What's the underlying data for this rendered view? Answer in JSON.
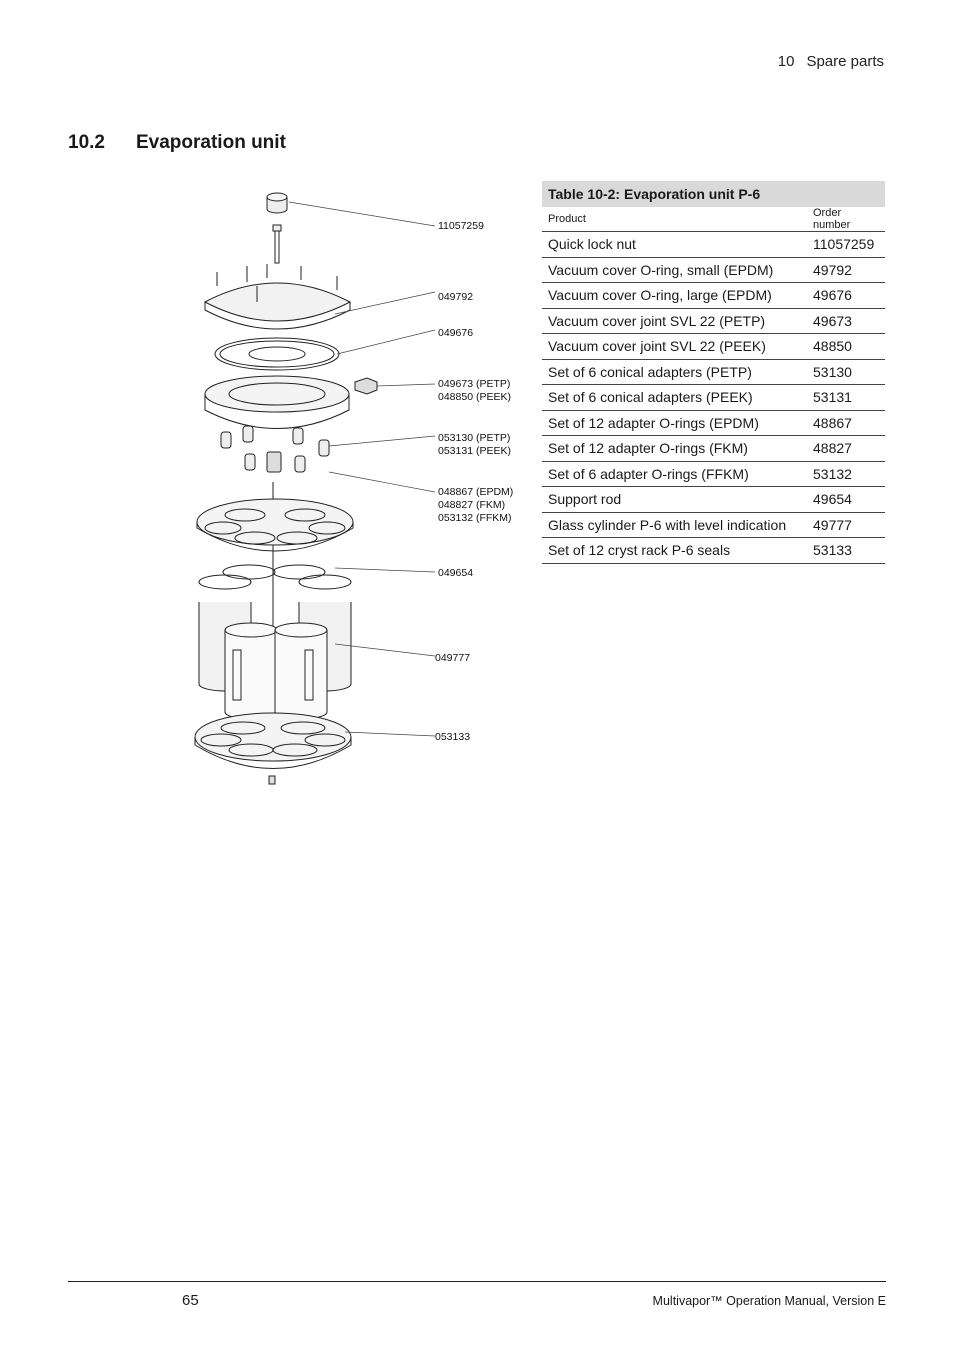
{
  "header": {
    "chapter_number": "10",
    "chapter_title": "Spare parts"
  },
  "section": {
    "number": "10.2",
    "title": "Evaporation unit"
  },
  "diagram": {
    "callouts": [
      "11057259",
      "049792",
      "049676",
      "049673  (PETP)",
      "048850  (PEEK)",
      "053130  (PETP)",
      "053131  (PEEK)",
      "048867  (EPDM)",
      "048827  (FKM)",
      "053132  (FFKM)",
      "049654",
      "049777",
      "053133"
    ]
  },
  "table": {
    "caption": "Table 10-2: Evaporation unit P-6",
    "columns": [
      "Product",
      "Order number"
    ],
    "rows": [
      [
        "Quick lock nut",
        "11057259"
      ],
      [
        "Vacuum cover O-ring, small (EPDM)",
        "49792"
      ],
      [
        "Vacuum cover O-ring, large (EPDM)",
        "49676"
      ],
      [
        "Vacuum cover joint SVL 22 (PETP)",
        "49673"
      ],
      [
        "Vacuum cover joint SVL 22 (PEEK)",
        "48850"
      ],
      [
        "Set of 6 conical adapters (PETP)",
        "53130"
      ],
      [
        "Set of 6 conical adapters (PEEK)",
        "53131"
      ],
      [
        "Set of 12 adapter O-rings (EPDM)",
        "48867"
      ],
      [
        "Set of 12 adapter O-rings (FKM)",
        "48827"
      ],
      [
        "Set of 6 adapter O-rings (FFKM)",
        "53132"
      ],
      [
        "Support rod",
        "49654"
      ],
      [
        "Glass cylinder P-6 with level indication",
        "49777"
      ],
      [
        "Set of 12 cryst rack P-6 seals",
        "53133"
      ]
    ]
  },
  "footer": {
    "page_number": "65",
    "document": "Multivapor™ Operation Manual, Version E"
  }
}
